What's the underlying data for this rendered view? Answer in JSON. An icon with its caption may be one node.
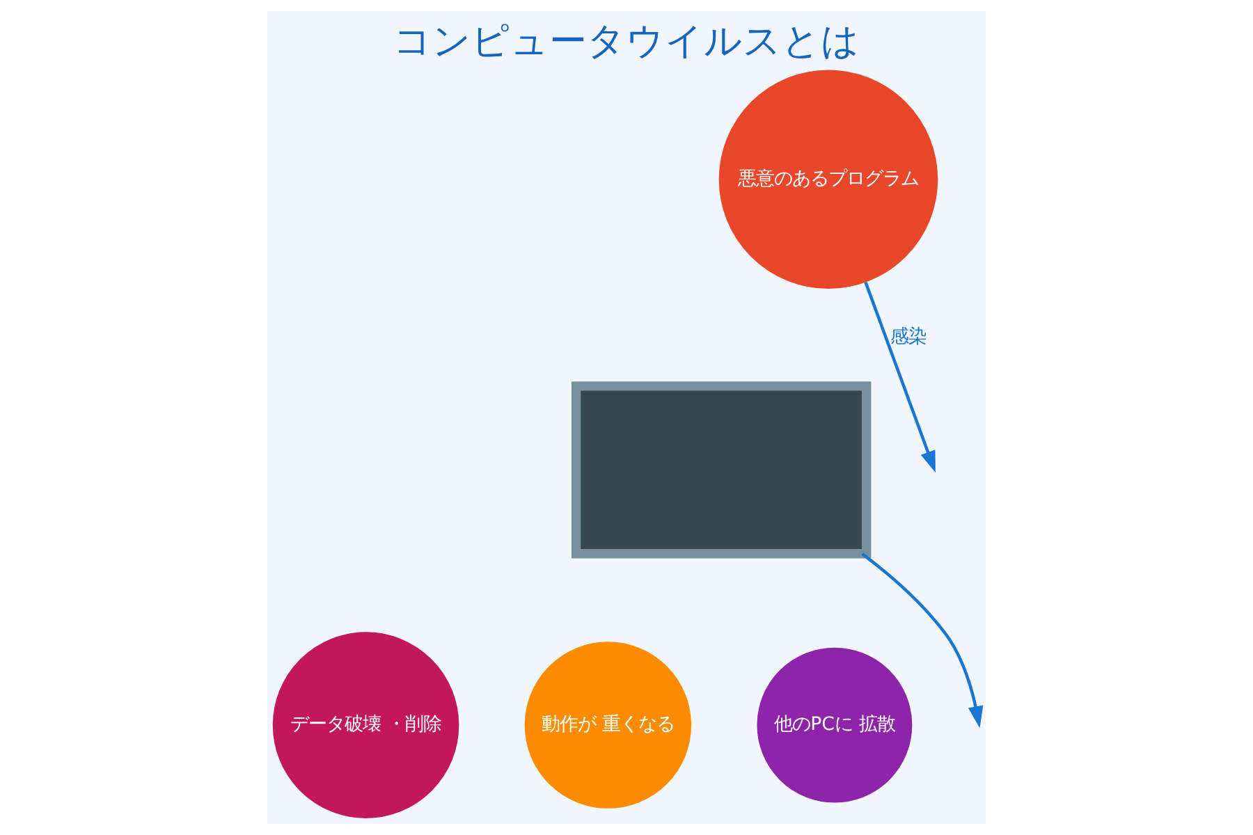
{
  "diagram": {
    "title": "コンピュータウイルスとは",
    "nodes": [
      {
        "text": [
          "悪意のあるプログラム"
        ]
      },
      {
        "text": [],
        "shape": "box"
      },
      {
        "text": [
          "データ破壊 ・削除"
        ]
      },
      {
        "text": [
          "動作が 重くなる"
        ]
      },
      {
        "text": [
          "他のPCに 拡散"
        ]
      }
    ],
    "edges": [
      {
        "from": 0,
        "to": null,
        "arrow": "to",
        "label": "感染"
      },
      {
        "from": 1,
        "to": null,
        "arrow": "to"
      }
    ]
  }
}
